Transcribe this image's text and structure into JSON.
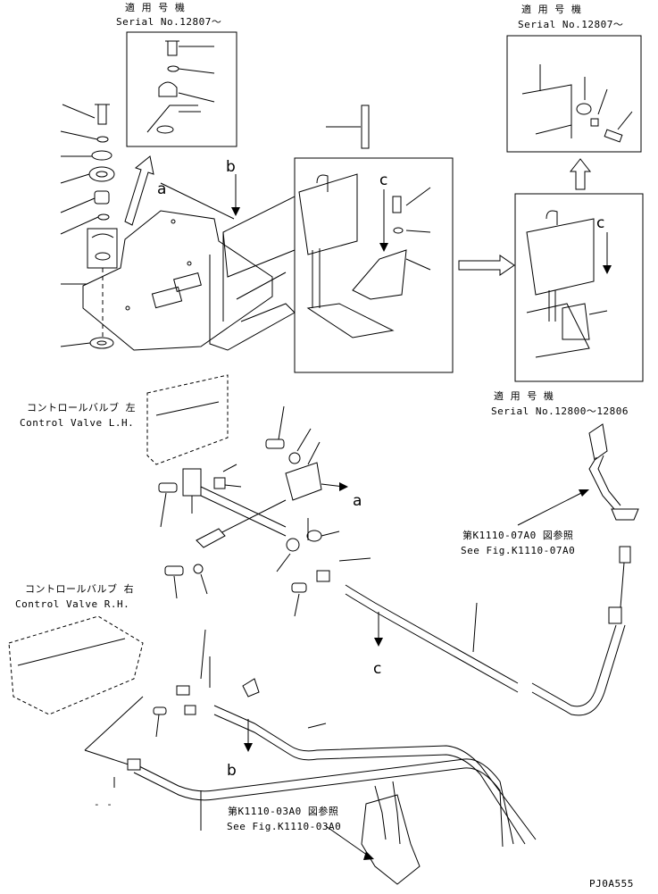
{
  "insets": {
    "top_left": {
      "jp": "適 用 号 機",
      "serial": "Serial No.12807～"
    },
    "top_right": {
      "jp": "適 用 号 機",
      "serial": "Serial No.12807～"
    },
    "mid_right": {
      "jp": "適 用 号 機",
      "serial": "Serial No.12800～12806"
    }
  },
  "letters": {
    "a": "a",
    "b": "b",
    "c": "c"
  },
  "valves": {
    "left": {
      "jp": "コントロールバルブ 左",
      "en": "Control Valve L.H."
    },
    "right": {
      "jp": "コントロールバルブ 右",
      "en": "Control Valve R.H."
    }
  },
  "refs": {
    "k1110_07a0": {
      "jp": "第K1110-07A0 図参照",
      "en": "See Fig.K1110-07A0"
    },
    "k1110_03a0": {
      "jp": "第K1110-03A0 図参照",
      "en": "See Fig.K1110-03A0"
    }
  },
  "dash_mark": "- -",
  "figure_code": "PJ0A555"
}
